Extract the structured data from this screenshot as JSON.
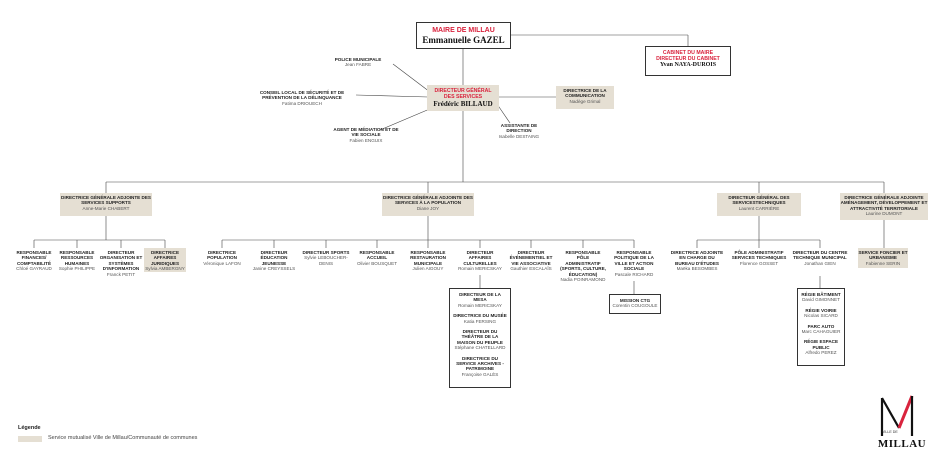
{
  "top": {
    "maire_title": "MAIRE DE MILLAU",
    "maire_name": "Emmanuelle GAZEL",
    "cabinet_title": "CABINET DU MAIRE DIRECTEUR DU CABINET",
    "cabinet_name": "Yvan NAYA-DUROIS"
  },
  "dgs": {
    "title": "DIRECTEUR GÉNÉRAL DES SERVICES",
    "name": "Frédéric BILLAUD"
  },
  "staff": [
    {
      "title": "POLICE MUNICIPALE",
      "name": "Jean FABRE"
    },
    {
      "title": "CONSEIL LOCAL DE SÉCURITÉ ET DE PRÉVENTION DE LA DÉLINQUANCE",
      "name": "Fatima DRIOUECH"
    },
    {
      "title": "AGENT DE MÉDIATION ET DE VIE SOCIALE",
      "name": "Fabien ENGUIX"
    },
    {
      "title": "DIRECTRICE DE LA COMMUNICATION",
      "name": "Nadège Grimal"
    },
    {
      "title": "ASSISTANTE DE DIRECTION",
      "name": "Isabelle DESTAING"
    }
  ],
  "dga": [
    {
      "title": "DIRECTRICE GÉNÉRALE ADJOINTE DES SERVICES SUPPORTS",
      "name": "Anne-Marie CHABERT"
    },
    {
      "title": "DIRECTRICE GÉNÉRALE ADJOINTE DES SERVICES À LA POPULATION",
      "name": "Diane JOY"
    },
    {
      "title": "DIRECTEUR GÉNÉRAL DES SERVICESTECHNIQUES",
      "name": "Laurent CARRIÈRE"
    },
    {
      "title": "DIRECTRICE GÉNÉRALE ADJOINTE AMÉNAGEMENT, DÉVELOPPEMENT ET ATTRACTIVITÉ TERRITORIALE",
      "name": "Laurine DUMONT"
    }
  ],
  "supports": [
    {
      "title": "RESPONSABLE FINANCES/ COMPTABILITÉ",
      "name": "Chloé GAYRAUD"
    },
    {
      "title": "RESPONSABLE RESSOURCES HUMAINES",
      "name": "Sophie PHILIPPE"
    },
    {
      "title": "DIRECTEUR ORGANISATION ET SYSTÈMES D'INFORMATION",
      "name": "Franck PETIT"
    },
    {
      "title": "DIRECTRICE AFFAIRES JURIDIQUES",
      "name": "Sylvia AMBERGNY"
    }
  ],
  "population": [
    {
      "title": "DIRECTRICE POPULATION",
      "name": "Véronique LAFON"
    },
    {
      "title": "DIRECTEUR ÉDUCATION JEUNESSE",
      "name": "Janine CREYSSELS"
    },
    {
      "title": "DIRECTEUR SPORTS",
      "name": "Sylvie LEBOUCHER-DENIS"
    },
    {
      "title": "RESPONSABLE ACCUEIL",
      "name": "Olivier BOUSQUET"
    },
    {
      "title": "RESPONSABLE RESTAURATION MUNICIPALE",
      "name": "Julien AIGOUY"
    },
    {
      "title": "DIRECTEUR AFFAIRES CULTURELLES",
      "name": "Romain MERICSKAY"
    },
    {
      "title": "DIRECTEUR ÉVÉNEMENTIEL ET VIE ASSOCIATIVE",
      "name": "Gauthier ESCALAÏS"
    },
    {
      "title": "RESPONSABLE PÔLE ADMINISTRATIF (SPORTS, CULTURE, ÉDUCATION)",
      "name": "Nadia POINRAMOND"
    },
    {
      "title": "RESPONSABLE POLITIQUE DE LA VILLE ET ACTION SOCIALE",
      "name": "Pascale RICHARD"
    }
  ],
  "technique": [
    {
      "title": "DIRECTRICE ADJOINTE EN CHARGE DU BUREAU D'ÉTUDES",
      "name": "Maëka BESOMBES"
    },
    {
      "title": "PÔLE ADMINISTRATIF SERVICES TECHNIQUES",
      "name": "Florence GOSSET"
    },
    {
      "title": "DIRECTEUR DU CENTRE TECHNIQUE MUNICIPAL",
      "name": "Jonathan GIEN"
    }
  ],
  "amenagement": [
    {
      "title": "SERVICE FONCIER ET URBANISME",
      "name": "Fabienne SERIN"
    }
  ],
  "culture_sub": [
    {
      "title": "DIRECTEUR DE LA MESA",
      "name": "Romain MERICSKAY"
    },
    {
      "title": "DIRECTRICE DU MUSÉE",
      "name": "Katia FERSING"
    },
    {
      "title": "DIRECTEUR DU THÉÂTRE DE LA MAISON DU PEUPLE",
      "name": "Stéphane CHATELLARD"
    },
    {
      "title": "DIRECTRICE DU SERVICE ARCHIVES - PATRIMOINE",
      "name": "Françoise GALÈS"
    }
  ],
  "politique_sub": [
    {
      "title": "MISSION CTG",
      "name": "Corentin COUGOULE"
    }
  ],
  "ctm_sub": [
    {
      "title": "RÉGIE BÂTIMENT",
      "name": "David GIMONNET"
    },
    {
      "title": "RÉGIE VOIRIE",
      "name": "Nicolas SICARD"
    },
    {
      "title": "PARC AUTO",
      "name": "Marc CAHAGUIER"
    },
    {
      "title": "RÉGIE ESPACE PUBLIC",
      "name": "Alfredo PEREZ"
    }
  ],
  "legend": {
    "title": "Légende",
    "item": "Service mutualisé Ville de Millau/Communauté de communes"
  },
  "logo": {
    "name": "MILLAU",
    "small": "VILLE DE"
  },
  "colors": {
    "accent": "#d9233d",
    "shared_service": "#e5dfd3",
    "line": "#444444"
  }
}
